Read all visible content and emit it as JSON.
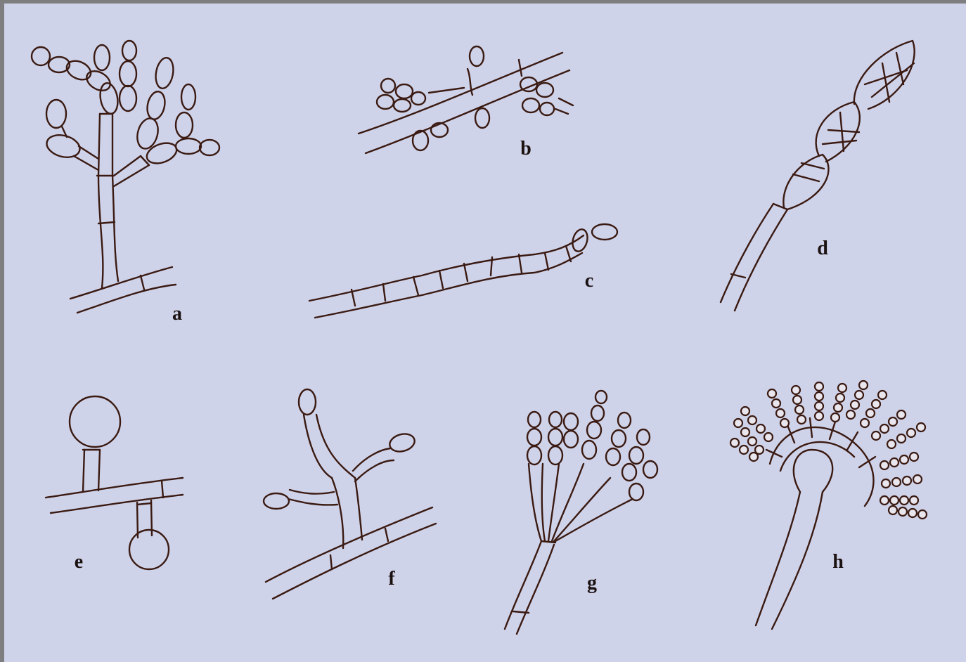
{
  "figure": {
    "panels": [
      {
        "id": "a",
        "label": "a"
      },
      {
        "id": "b",
        "label": "b"
      },
      {
        "id": "c",
        "label": "c"
      },
      {
        "id": "d",
        "label": "d"
      },
      {
        "id": "e",
        "label": "e"
      },
      {
        "id": "f",
        "label": "f"
      },
      {
        "id": "g",
        "label": "g"
      },
      {
        "id": "h",
        "label": "h"
      }
    ],
    "colors": {
      "background": "#cfd3e9",
      "frame": "#7e7e80",
      "ink": "#3a1a12"
    }
  }
}
